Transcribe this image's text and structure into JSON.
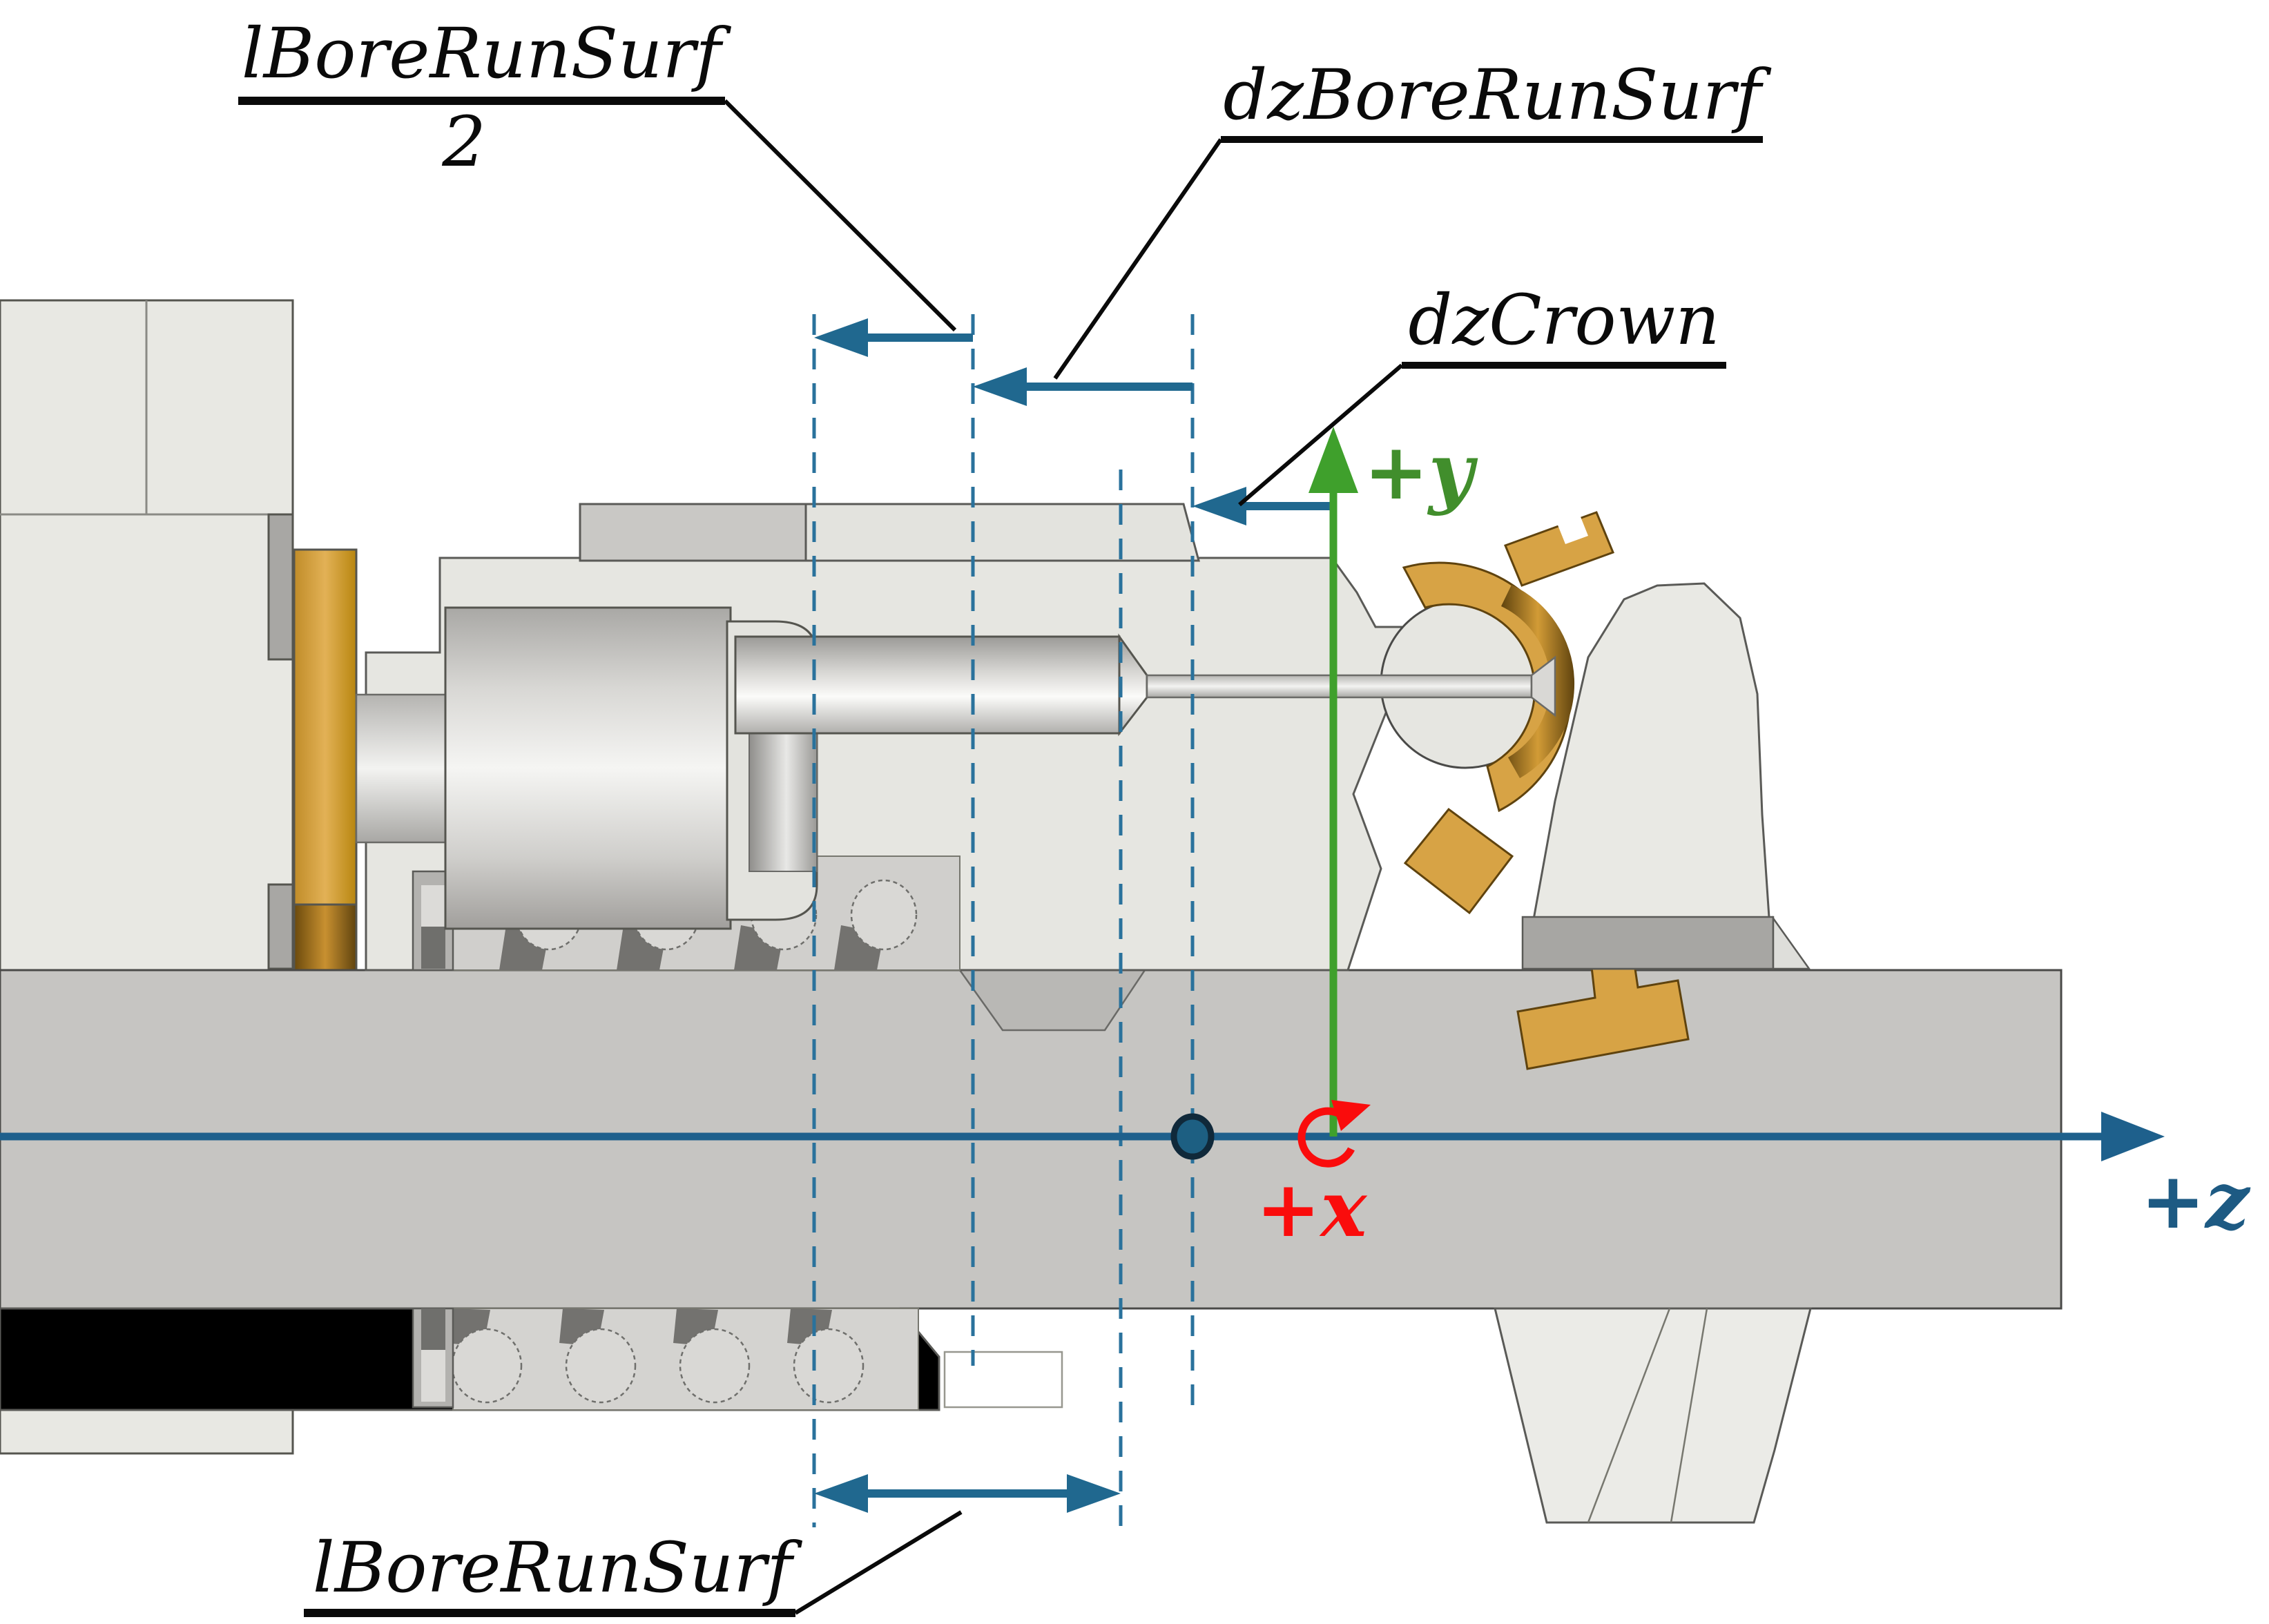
{
  "diagram": {
    "title": "tappet-bore-crown-section-dimension-diagram",
    "labels": {
      "bore_run_half_numerator": "lBoreRunSurf",
      "bore_run_half_denominator": "2",
      "dz_bore_run_surf": "dzBoreRunSurf",
      "dz_crown": "dzCrown",
      "bore_run_surf": "lBoreRunSurf"
    },
    "axes": {
      "y_label": "+y",
      "x_label": "+x",
      "z_label": "+z"
    },
    "icons": {
      "rotation_icon": "rotation-about-x-arrow",
      "origin_dot": "reference-point-dot"
    },
    "colors": {
      "dimension_blue": "#20688f",
      "dashed_blue": "#2a729c",
      "axis_green": "#3fa02c",
      "axis_green_text": "#418e2c",
      "axis_red": "#fa0c0c",
      "axis_z_blue": "#1e608c",
      "axis_z_text": "#1d5a83",
      "leader_black": "#0a0a0a",
      "gold": "#d7a345",
      "gold_dark": "#8a6012",
      "part_light": "#e7e7e2",
      "part_mid": "#c6c5c2",
      "part_dark": "#a7a6a3"
    }
  }
}
